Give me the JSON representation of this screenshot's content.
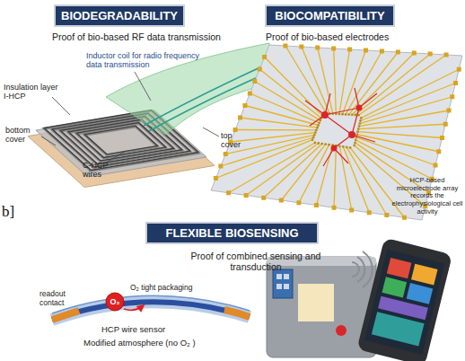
{
  "diagram": {
    "nodes": [
      {
        "text": [
          "BIODEGRADABILITY"
        ]
      },
      {
        "text": [
          "BIOCOMPATIBILITY"
        ]
      },
      {
        "text": [
          "FLEXIBLE BIOSENSING"
        ]
      },
      {
        "text": [
          "O₂"
        ]
      }
    ],
    "labels": [
      "Proof of bio-based RF data transmission",
      "Insulation layer I-HCP",
      "Inductor coil for radio frequency data transmission",
      "top cover",
      "bottom cover",
      "C-HCP wires",
      "Proof of bio-based electrodes",
      "HCP-based microelectrode array records the electrophysiological cell activity",
      "b]",
      "Proof of combined sensing and transduction",
      "readout contact",
      "O₂ tight packaging",
      "HCP wire sensor",
      "Modified atmosphere (no O₂ )"
    ]
  }
}
